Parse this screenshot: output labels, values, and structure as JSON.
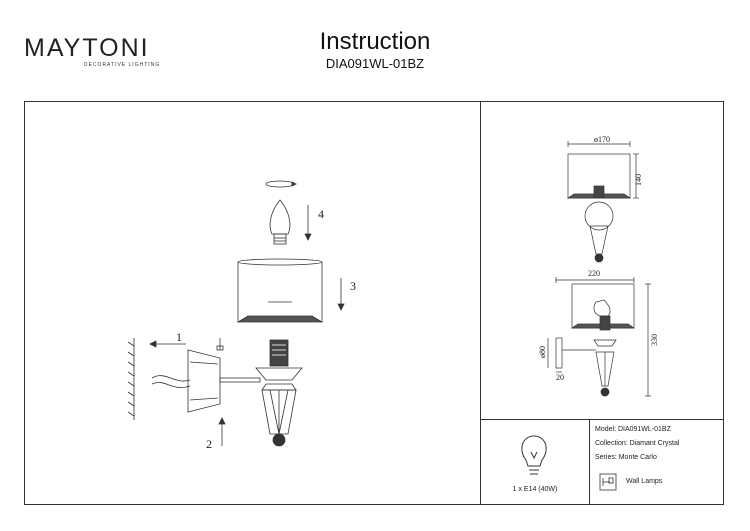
{
  "header": {
    "brand_name": "MAYTONI",
    "brand_tagline": "DECORATIVE LIGHTING",
    "title": "Instruction",
    "model_code": "DIA091WL-01BZ"
  },
  "assembly": {
    "steps": [
      "1",
      "2",
      "3",
      "4"
    ]
  },
  "dimensions": {
    "shade_diameter": "ø170",
    "shade_height": "140",
    "width": "220",
    "height": "330",
    "base_diameter": "ø80",
    "base_depth": "20"
  },
  "info": {
    "bulb": "1 x E14 (40W)",
    "model": "Model: DIA091WL-01BZ",
    "collection": "Collection: Diamant Crystal",
    "series": "Series: Monte Carlo",
    "type": "Wall Lamps"
  },
  "icons": {
    "bulb": "light-bulb-icon",
    "type": "wall-lamp-icon"
  }
}
